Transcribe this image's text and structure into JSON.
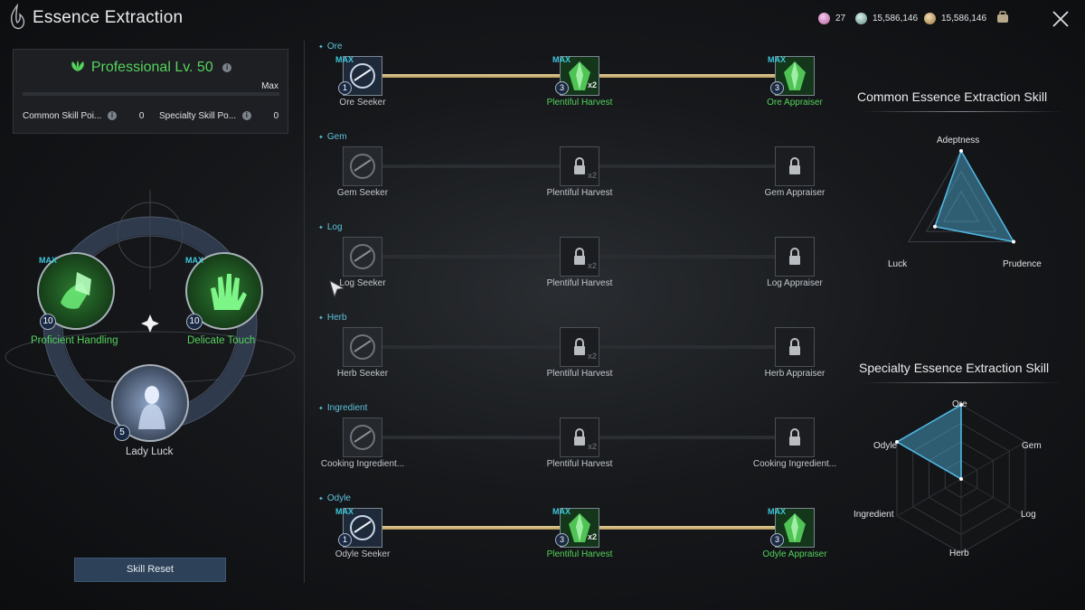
{
  "header": {
    "title": "Essence Extraction",
    "currencies": [
      {
        "icon": "pink-crystal-icon",
        "value": "27"
      },
      {
        "icon": "silver-coin-icon",
        "value": "15,586,146"
      },
      {
        "icon": "gold-coin-icon",
        "value": "15,586,146"
      }
    ],
    "bag_icon": "bag-icon",
    "close_icon": "close-icon"
  },
  "profile": {
    "title": "Professional Lv. 50",
    "status": "Max",
    "common_points_label": "Common Skill Poi...",
    "common_points_value": "0",
    "specialty_points_label": "Specialty Skill Po...",
    "specialty_points_value": "0"
  },
  "common_skills": [
    {
      "name": "Proficient Handling",
      "level": "10",
      "max_label": "MAX",
      "icon": "gem-hand-icon"
    },
    {
      "name": "Delicate Touch",
      "level": "10",
      "max_label": "MAX",
      "icon": "glowing-hand-icon"
    },
    {
      "name": "Lady Luck",
      "level": "5",
      "icon": "lady-luck-icon"
    }
  ],
  "reset_button": "Skill Reset",
  "categories": [
    {
      "name": "Ore",
      "nodes": [
        {
          "label": "Ore Seeker",
          "level": "1",
          "max": "MAX",
          "active": true,
          "highlight": false
        },
        {
          "label": "Plentiful Harvest",
          "level": "3",
          "max": "MAX",
          "active": true,
          "highlight": true,
          "mult": "x2"
        },
        {
          "label": "Ore Appraiser",
          "level": "3",
          "max": "MAX",
          "active": true,
          "highlight": true
        }
      ]
    },
    {
      "name": "Gem",
      "nodes": [
        {
          "label": "Gem Seeker",
          "active": false,
          "locked": false
        },
        {
          "label": "Plentiful Harvest",
          "active": false,
          "locked": true,
          "mult": "x2"
        },
        {
          "label": "Gem Appraiser",
          "active": false,
          "locked": true
        }
      ]
    },
    {
      "name": "Log",
      "nodes": [
        {
          "label": "Log Seeker",
          "active": false,
          "locked": false
        },
        {
          "label": "Plentiful Harvest",
          "active": false,
          "locked": true,
          "mult": "x2"
        },
        {
          "label": "Log Appraiser",
          "active": false,
          "locked": true
        }
      ]
    },
    {
      "name": "Herb",
      "nodes": [
        {
          "label": "Herb Seeker",
          "active": false,
          "locked": false
        },
        {
          "label": "Plentiful Harvest",
          "active": false,
          "locked": true,
          "mult": "x2"
        },
        {
          "label": "Herb Appraiser",
          "active": false,
          "locked": true
        }
      ]
    },
    {
      "name": "Ingredient",
      "nodes": [
        {
          "label": "Cooking Ingredient...",
          "active": false,
          "locked": false
        },
        {
          "label": "Plentiful Harvest",
          "active": false,
          "locked": true,
          "mult": "x2"
        },
        {
          "label": "Cooking Ingredient...",
          "active": false,
          "locked": true
        }
      ]
    },
    {
      "name": "Odyle",
      "nodes": [
        {
          "label": "Odyle Seeker",
          "level": "1",
          "max": "MAX",
          "active": true,
          "highlight": false
        },
        {
          "label": "Plentiful Harvest",
          "level": "3",
          "max": "MAX",
          "active": true,
          "highlight": true,
          "mult": "x2"
        },
        {
          "label": "Odyle Appraiser",
          "level": "3",
          "max": "MAX",
          "active": true,
          "highlight": true
        }
      ]
    }
  ],
  "common_radar": {
    "title": "Common Essence Extraction Skill",
    "axes": [
      "Adeptness",
      "Prudence",
      "Luck"
    ],
    "values": [
      1.0,
      1.0,
      0.5
    ]
  },
  "specialty_radar": {
    "title": "Specialty Essence Extraction Skill",
    "axes": [
      "Ore",
      "Gem",
      "Log",
      "Herb",
      "Ingredient",
      "Odyle"
    ],
    "values": [
      1.0,
      0.0,
      0.0,
      0.0,
      0.0,
      1.0
    ]
  },
  "colors": {
    "accent_green": "#55d35c",
    "max_cyan": "#3ec7dd",
    "track_gold": "#d8be84",
    "radar_blue": "#4fb5e0"
  }
}
